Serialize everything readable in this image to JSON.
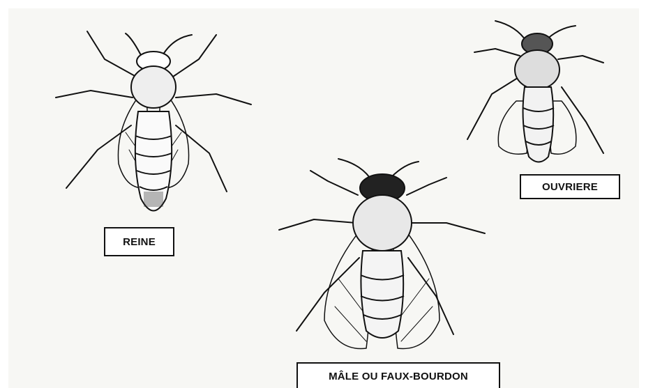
{
  "labels": {
    "queen": "REINE",
    "worker": "OUVRIERE",
    "drone": "MÂLE OU FAUX-BOURDON"
  },
  "icons": {
    "queen": "queen-bee-illustration",
    "worker": "worker-bee-illustration",
    "drone": "drone-bee-illustration"
  },
  "colors": {
    "ink": "#111111",
    "paper": "#f7f7f4",
    "label_background": "#ffffff"
  }
}
